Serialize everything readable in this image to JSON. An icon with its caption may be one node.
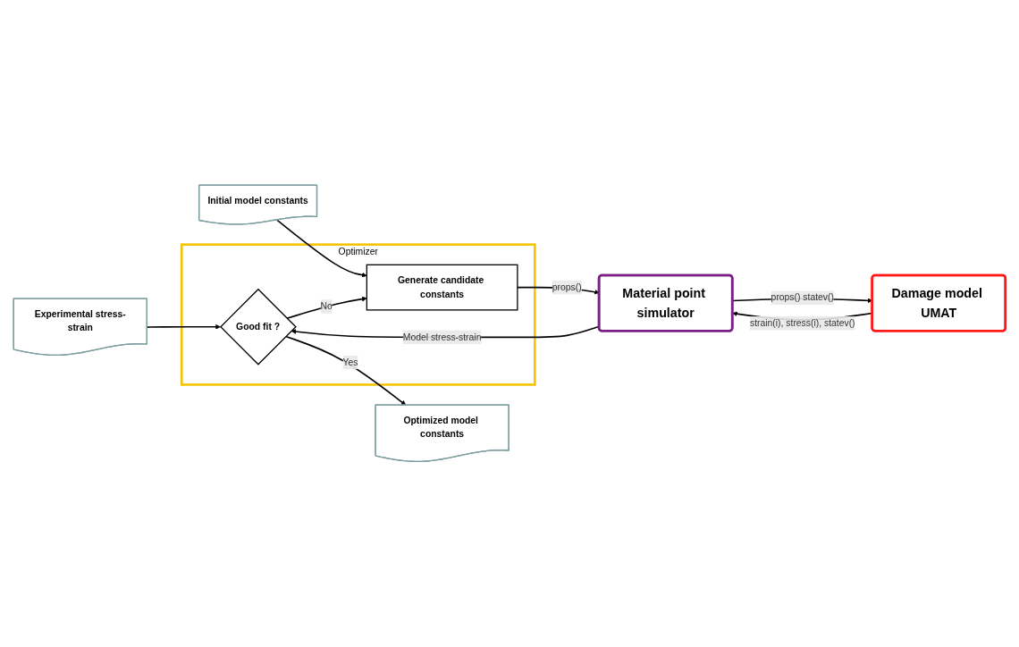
{
  "diagram": {
    "nodes": [
      {
        "text": [
          "Optimizer"
        ]
      },
      {
        "text": [
          "Generate candidate constants"
        ],
        "in": 0
      },
      {
        "text": [
          "Good fit ?"
        ],
        "in": 0
      },
      {
        "text": [
          "Initial model constants"
        ]
      },
      {
        "text": [
          "Experimental stress-strain"
        ]
      },
      {
        "text": [
          "Optimized model constants"
        ]
      },
      {
        "text": [
          "Material point simulator"
        ]
      },
      {
        "text": [
          "Damage model UMAT"
        ]
      }
    ],
    "edges": [
      {
        "from": 3,
        "to": 1,
        "arrow": "to"
      },
      {
        "from": 4,
        "to": 2,
        "arrow": "to"
      },
      {
        "from": 2,
        "to": 1,
        "arrow": "to",
        "label": "No"
      },
      {
        "from": 1,
        "to": 6,
        "arrow": "to",
        "label": "props()"
      },
      {
        "from": 6,
        "to": 2,
        "arrow": "to",
        "label": "Model stress-strain"
      },
      {
        "from": 2,
        "to": 5,
        "arrow": "to",
        "label": "Yes"
      },
      {
        "from": 6,
        "to": 7,
        "arrow": "to",
        "label": "props() statev()"
      },
      {
        "from": 7,
        "to": 6,
        "arrow": "to",
        "label": "strain(i), stress(i), statev()"
      }
    ]
  }
}
